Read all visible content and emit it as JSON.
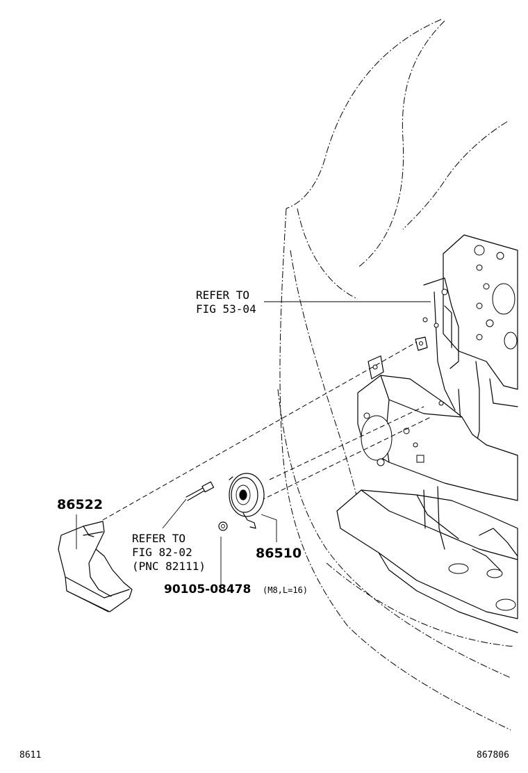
{
  "diagram": {
    "callouts": {
      "part_86522": "86522",
      "part_86510": "86510",
      "part_bolt": "90105-08478",
      "bolt_spec": "(M8,L=16)"
    },
    "references": {
      "fig53": [
        "REFER TO",
        "FIG 53-04"
      ],
      "fig82": [
        "REFER TO",
        "FIG 82-02",
        "(PNC 82111)"
      ]
    },
    "footer": {
      "left_code": "8611",
      "right_code": "867806"
    }
  }
}
